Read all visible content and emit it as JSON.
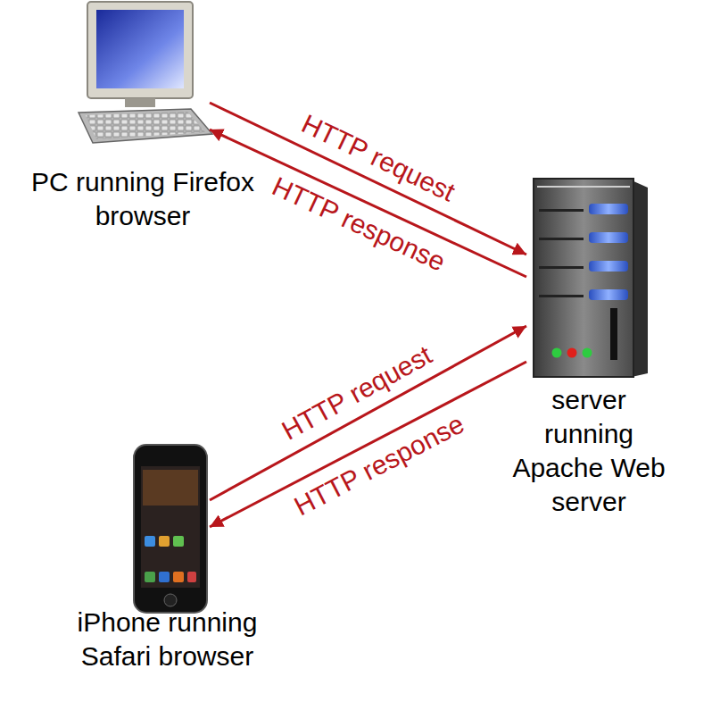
{
  "diagram": {
    "nodes": [
      {
        "text": [
          "PC running Firefox browser"
        ]
      },
      {
        "text": [
          "server running Apache Web server"
        ]
      },
      {
        "text": [
          "iPhone running Safari browser"
        ]
      }
    ],
    "edges": [
      {
        "from": 0,
        "to": 1,
        "label": "HTTP request",
        "arrow": "to"
      },
      {
        "from": 1,
        "to": 0,
        "label": "HTTP response",
        "arrow": "to"
      },
      {
        "from": 2,
        "to": 1,
        "label": "HTTP request",
        "arrow": "to"
      },
      {
        "from": 1,
        "to": 2,
        "label": "HTTP response",
        "arrow": "to"
      }
    ]
  }
}
